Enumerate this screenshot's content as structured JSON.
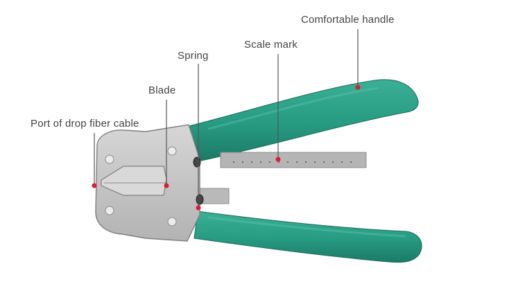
{
  "colors": {
    "handle": "#279a82",
    "handle_dark": "#1c7a66",
    "metal": "#c4c4c4",
    "metal_dark": "#8c8c8c",
    "marker": "#e01a33",
    "leader": "#555555",
    "label_text": "#444444"
  },
  "callouts": [
    {
      "id": "comfortable-handle",
      "label": "Comfortable handle"
    },
    {
      "id": "scale-mark",
      "label": "Scale mark"
    },
    {
      "id": "spring",
      "label": "Spring"
    },
    {
      "id": "blade",
      "label": "Blade"
    },
    {
      "id": "port-of-drop-fiber-cable",
      "label": "Port of drop fiber cable"
    }
  ]
}
